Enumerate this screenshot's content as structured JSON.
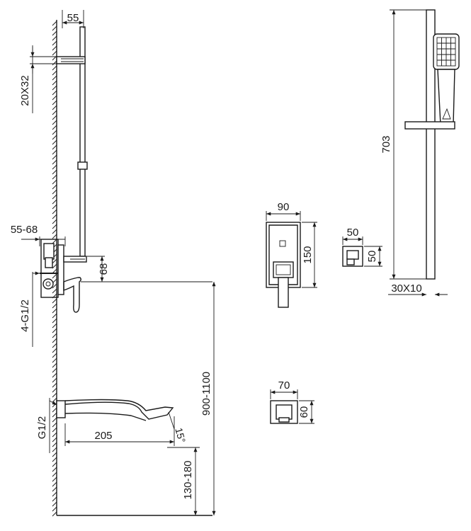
{
  "dimensions": {
    "rail_offset": "55",
    "wall_bracket": "20X32",
    "mixer_depth": "55-68",
    "mixer_projection": "68",
    "inlet_thread": "4-G1/2",
    "mixer_height": "900-1100",
    "spout_thread": "G1/2",
    "spout_length": "205",
    "spout_angle": "15°",
    "spout_height": "130-180",
    "plate_width": "90",
    "plate_height": "150",
    "holder_width": "50",
    "holder_height": "50",
    "spout_end_width": "70",
    "spout_end_height": "60",
    "rail_length": "703",
    "rail_section": "30X10"
  }
}
